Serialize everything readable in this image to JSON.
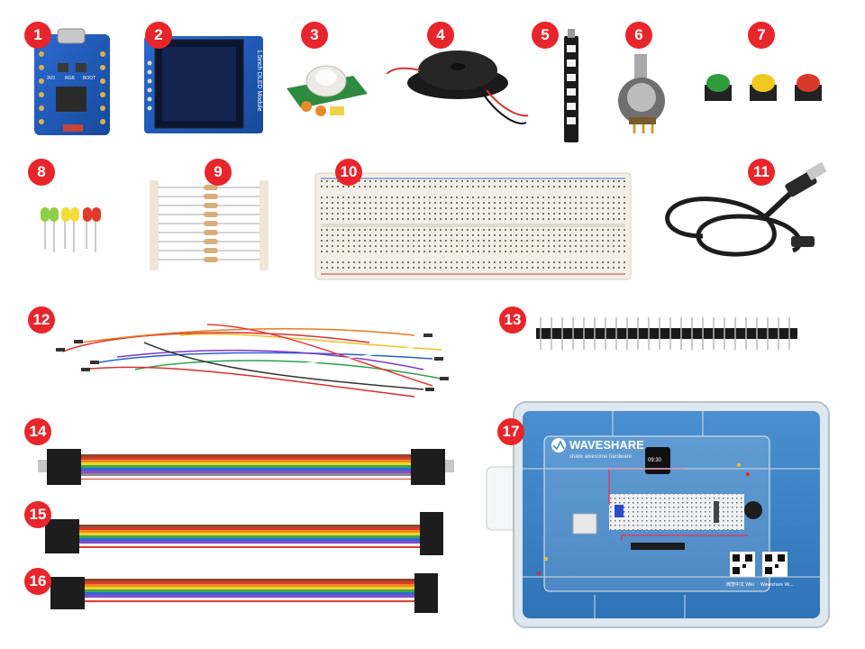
{
  "badges": [
    "1",
    "2",
    "3",
    "4",
    "5",
    "6",
    "7",
    "8",
    "9",
    "10",
    "11",
    "12",
    "13",
    "14",
    "15",
    "16",
    "17"
  ],
  "board1": {
    "labels": [
      "3V3",
      "RGB",
      "BOOT"
    ]
  },
  "oled": {
    "module_label": "1.5inch OLED Module"
  },
  "box": {
    "brand": "WAVESHARE",
    "tagline": "share awesome hardware",
    "clock_time": "09:30",
    "footer_left": "微雪中文 Wiki",
    "footer_right": "Waveshare Wi..."
  },
  "colors": {
    "badge": "#e8252b",
    "pcb": "#1e5bb8",
    "box_blue": "#3f86c8",
    "background": "#ffffff"
  },
  "icons": [
    "usb-c-icon",
    "qr-code-icon",
    "wave-logo-icon"
  ]
}
